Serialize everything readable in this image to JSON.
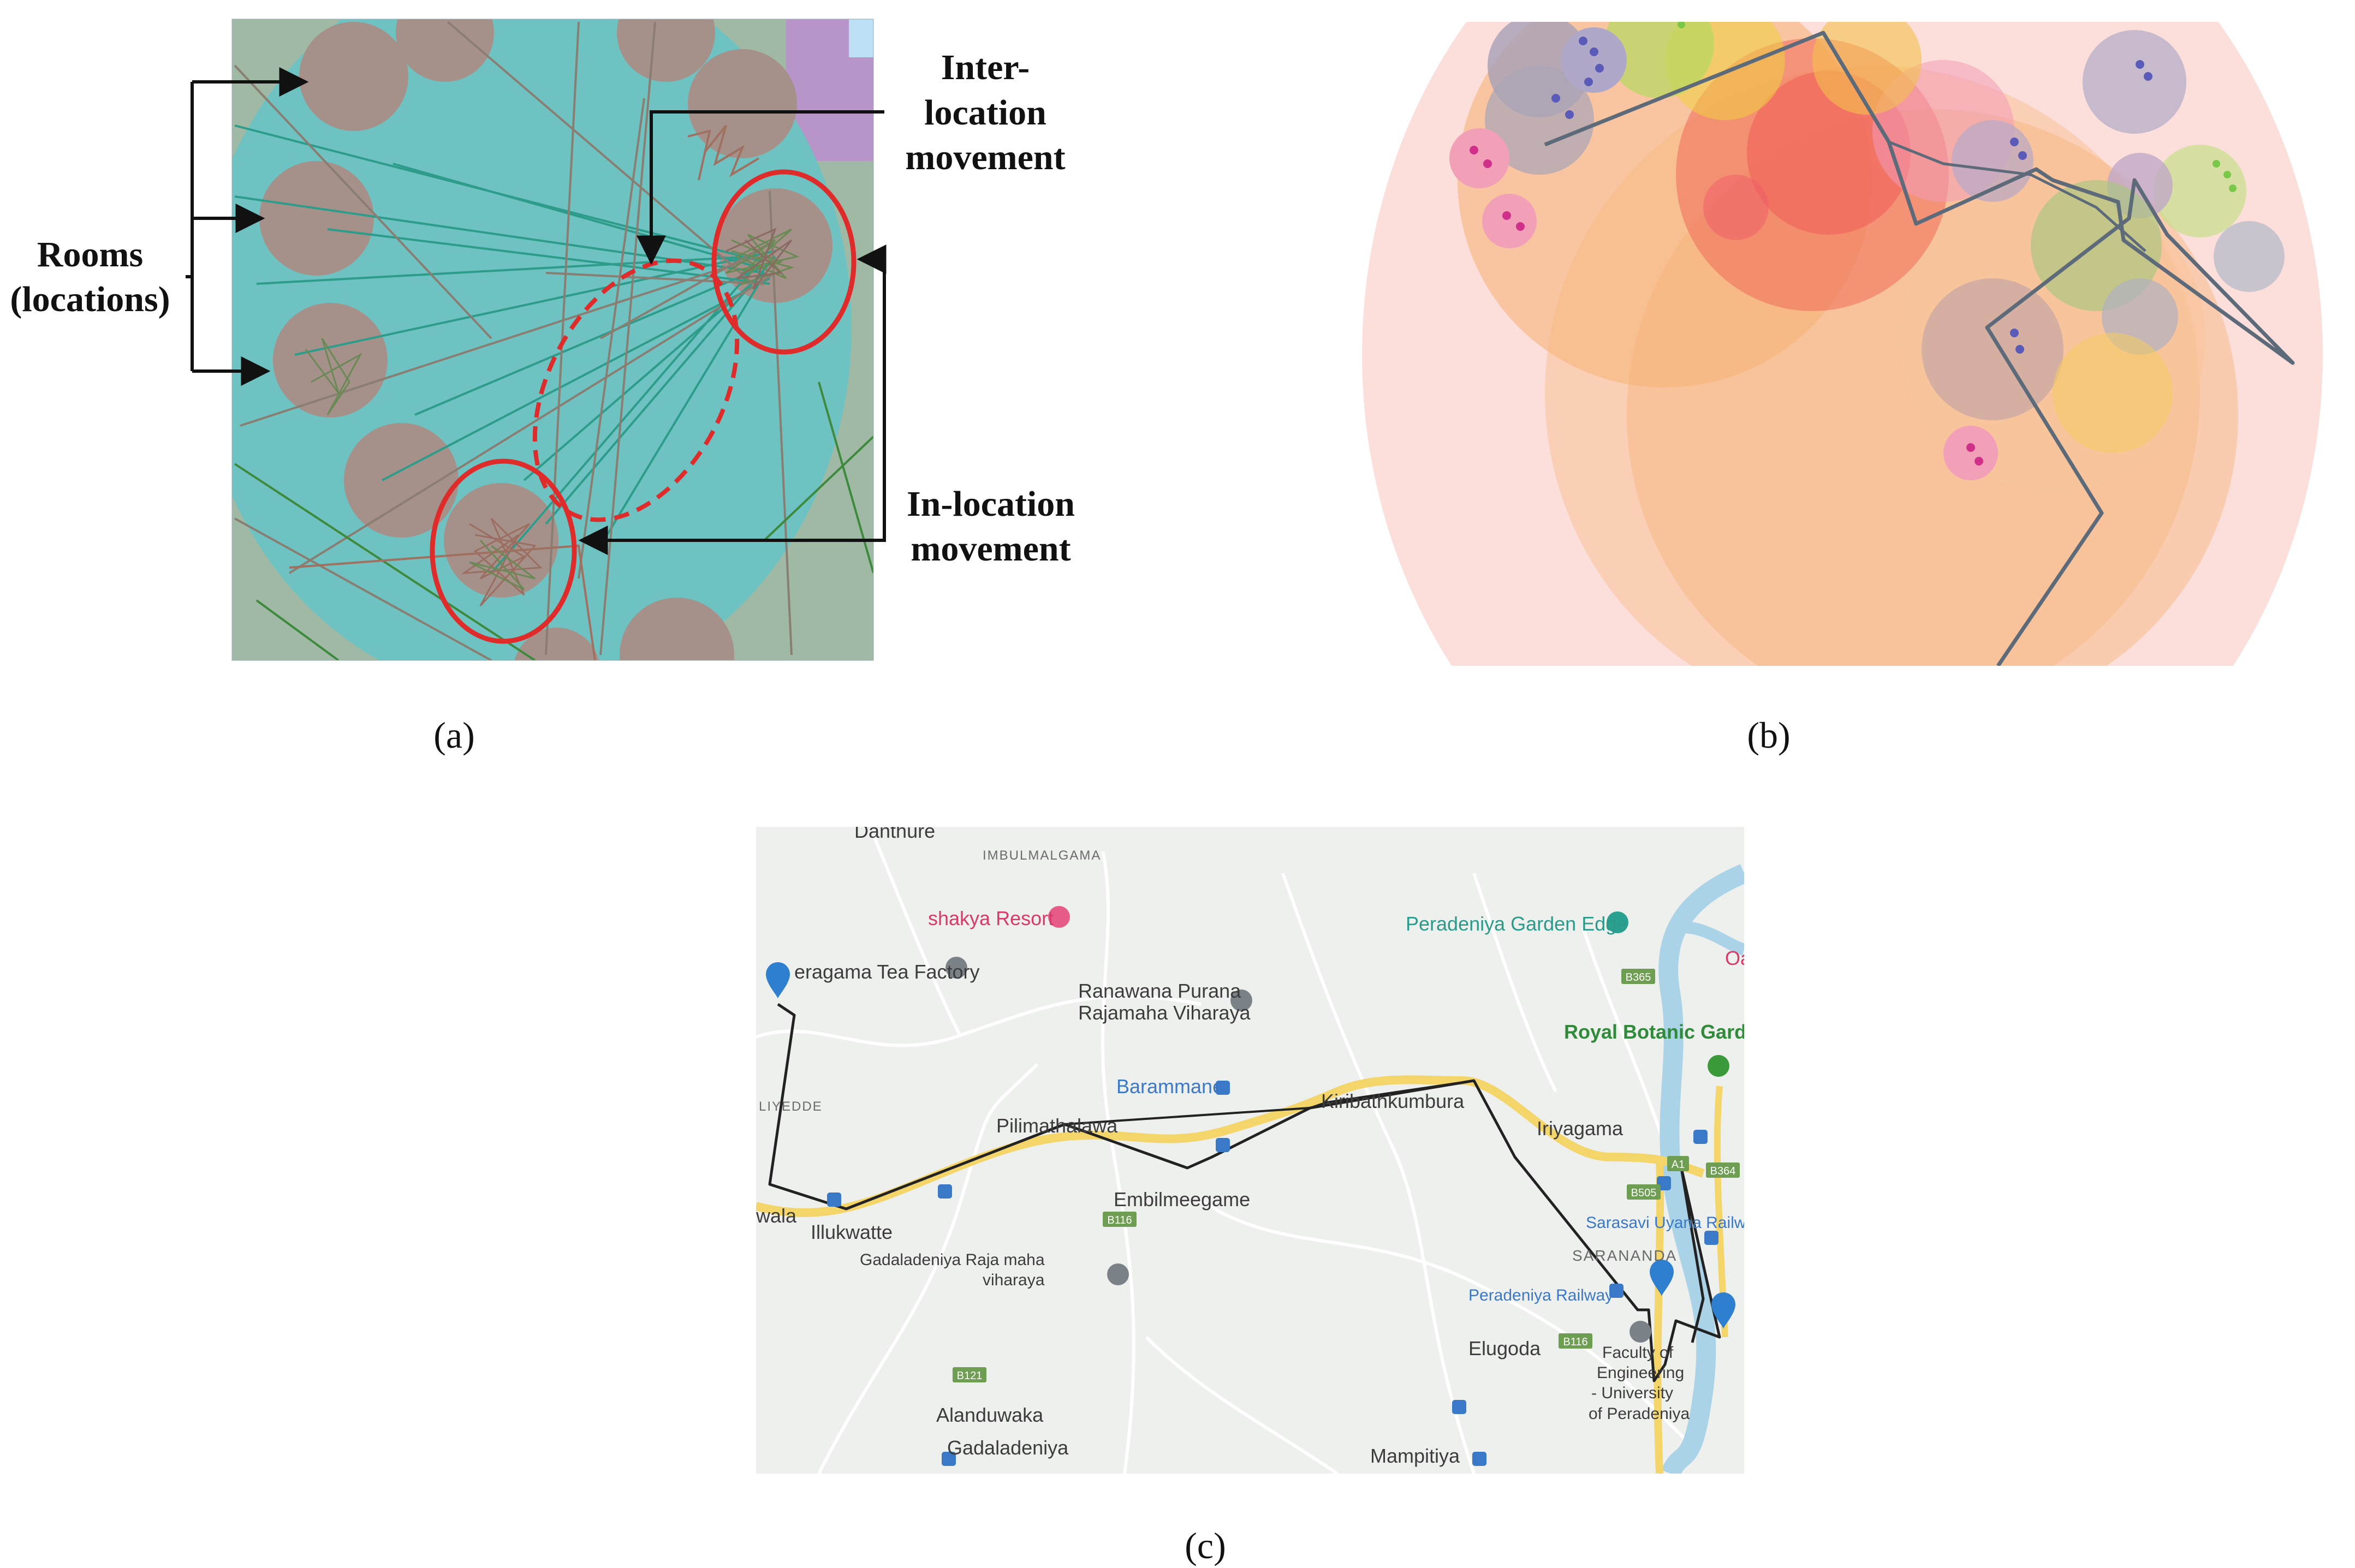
{
  "panel_a": {
    "label_rooms_line1": "Rooms",
    "label_rooms_line2": "(locations)",
    "label_inter_line1": "Inter-",
    "label_inter_line2": "location",
    "label_inter_line3": "movement",
    "label_in_line1": "In-location",
    "label_in_line2": "movement",
    "colors": {
      "background": "#a0b9a5",
      "field": "#6ec3c2",
      "room": "#a6918a",
      "highlight": "#e02b2b",
      "corner": "#b895c8"
    }
  },
  "panel_b": {
    "colors": {
      "outer": "#fbd9d3",
      "orange": "#f6b47a",
      "red": "#f05a5a",
      "path": "#5c6a7a"
    }
  },
  "panel_c": {
    "labels": {
      "danthure": "Danthure",
      "imbulmalgama": "IMBULMALGAMA",
      "shakya": "shakya Resort",
      "peradeniya_edge": "Peradeniya Garden Edge",
      "tea_factory": "eragama Tea Factory",
      "ranawana1": "Ranawana Purana",
      "ranawana2": "Rajamaha Viharaya",
      "royal_botanic": "Royal Botanic Gardens",
      "barammane": "Barammane",
      "kiribathkumbura": "Kiribathkumbura",
      "liyedde": "LIYEDDE",
      "pilimathalawa": "Pilimathalawa",
      "iriyagama": "Iriyagama",
      "embilmeegame": "Embilmeegame",
      "wala": "wala",
      "illukwatte": "Illukwatte",
      "sarasavi": "Sarasavi Uyana Railway",
      "saranand": "SARANANDA",
      "gadaladeniya_raja1": "Gadaladeniya Raja maha",
      "gadaladeniya_raja2": "viharaya",
      "peradeniya_railway": "Peradeniya Railway",
      "elugoda": "Elugoda",
      "faculty1": "Faculty of",
      "faculty2": "Engineering",
      "faculty3": "- University",
      "faculty4": "of Peradeniya",
      "alanduwaka": "Alanduwaka",
      "gadaladeniya": "Gadaladeniya",
      "mampitiya": "Mampitiya",
      "oa": "Oa"
    },
    "road_tags": {
      "b365": "B365",
      "a1": "A1",
      "b364": "B364",
      "b505": "B505",
      "b116a": "B116",
      "b116b": "B116",
      "b121": "B121"
    }
  },
  "captions": {
    "a": "(a)",
    "b": "(b)",
    "c": "(c)"
  }
}
